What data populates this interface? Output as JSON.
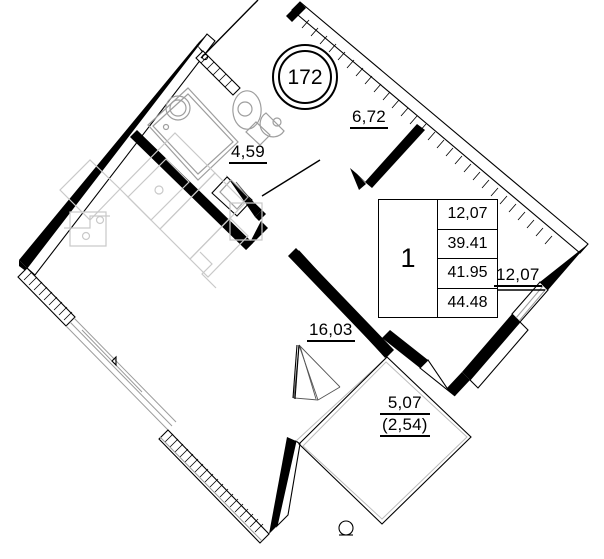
{
  "plan": {
    "type": "apartment-floor-plan",
    "unit_marker": {
      "label": "172",
      "shape": "double-circle"
    },
    "info_table": {
      "rooms_count": "1",
      "values": [
        "12,07",
        "39.41",
        "41.95",
        "44.48"
      ]
    },
    "room_labels": [
      {
        "name": "bathroom-area",
        "value": "4,59"
      },
      {
        "name": "hall-area",
        "value": "6,72"
      },
      {
        "name": "living-room-area",
        "value": "16,03"
      },
      {
        "name": "balcony-area",
        "value": "5,07",
        "value2": "(2,54)"
      },
      {
        "name": "bedroom-area",
        "value": "12,07"
      }
    ],
    "colors": {
      "wall": "#000000",
      "furniture": "#c9c9c9",
      "glazing": "#9c9c9c",
      "background": "#ffffff"
    }
  }
}
